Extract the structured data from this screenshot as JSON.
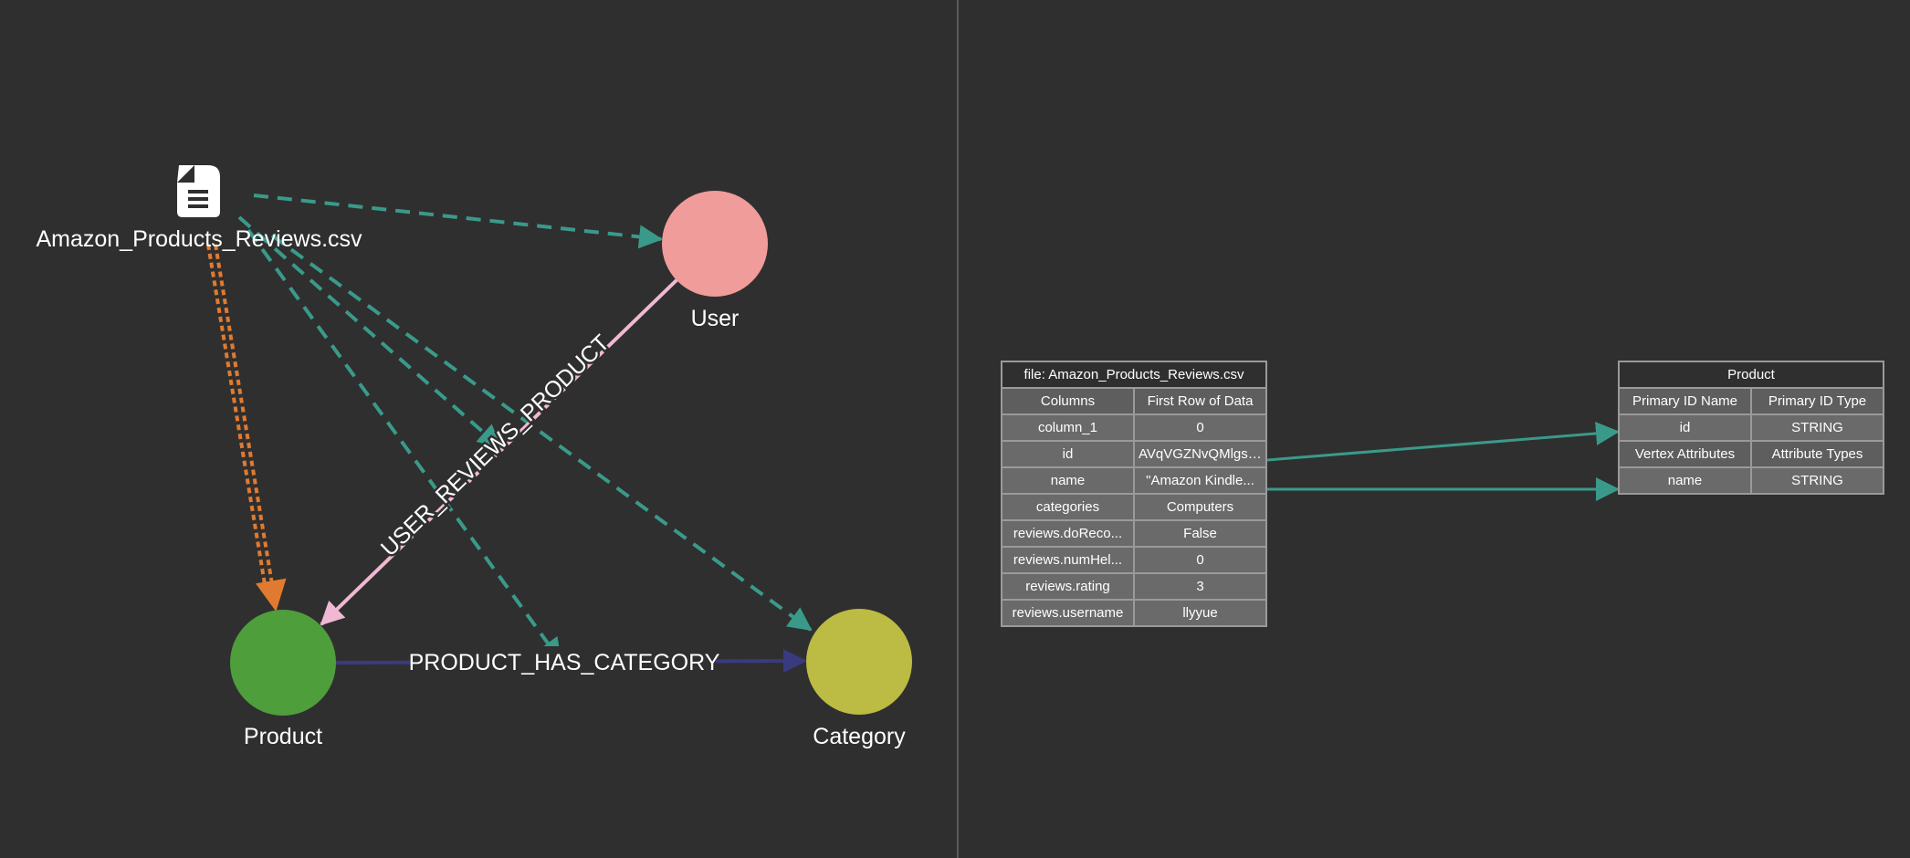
{
  "colors": {
    "background": "#2f2f2f",
    "divider": "#5a5a5a",
    "file_edge": "#3a9a8a",
    "primary_id_edge": "#e07a30",
    "user_reviews_edge": "#f0b8d4",
    "has_category_edge": "#3a3a80",
    "mapping_edge": "#3a9a8a"
  },
  "file_node": {
    "label": "Amazon_Products_Reviews.csv",
    "icon": "file-icon"
  },
  "vertices": [
    {
      "key": "user",
      "label": "User",
      "color": "#f09c9a"
    },
    {
      "key": "product",
      "label": "Product",
      "color": "#4e9e3c"
    },
    {
      "key": "category",
      "label": "Category",
      "color": "#bcbb43"
    }
  ],
  "edges": [
    {
      "key": "user_reviews_product",
      "label": "USER_REVIEWS_PRODUCT",
      "from": "User",
      "to": "Product"
    },
    {
      "key": "product_has_category",
      "label": "PRODUCT_HAS_CATEGORY",
      "from": "Product",
      "to": "Category"
    }
  ],
  "source_table": {
    "title": "file: Amazon_Products_Reviews.csv",
    "headers": [
      "Columns",
      "First Row of Data"
    ],
    "rows": [
      [
        "column_1",
        "0"
      ],
      [
        "id",
        "AVqVGZNvQMlgsO..."
      ],
      [
        "name",
        "\"Amazon Kindle..."
      ],
      [
        "categories",
        "Computers"
      ],
      [
        "reviews.doReco...",
        "False"
      ],
      [
        "reviews.numHel...",
        "0"
      ],
      [
        "reviews.rating",
        "3"
      ],
      [
        "reviews.username",
        "llyyue"
      ]
    ]
  },
  "target_table": {
    "title": "Product",
    "primary_headers": [
      "Primary ID Name",
      "Primary ID Type"
    ],
    "primary_row": [
      "id",
      "STRING"
    ],
    "attr_headers": [
      "Vertex Attributes",
      "Attribute Types"
    ],
    "attr_rows": [
      [
        "name",
        "STRING"
      ]
    ]
  }
}
